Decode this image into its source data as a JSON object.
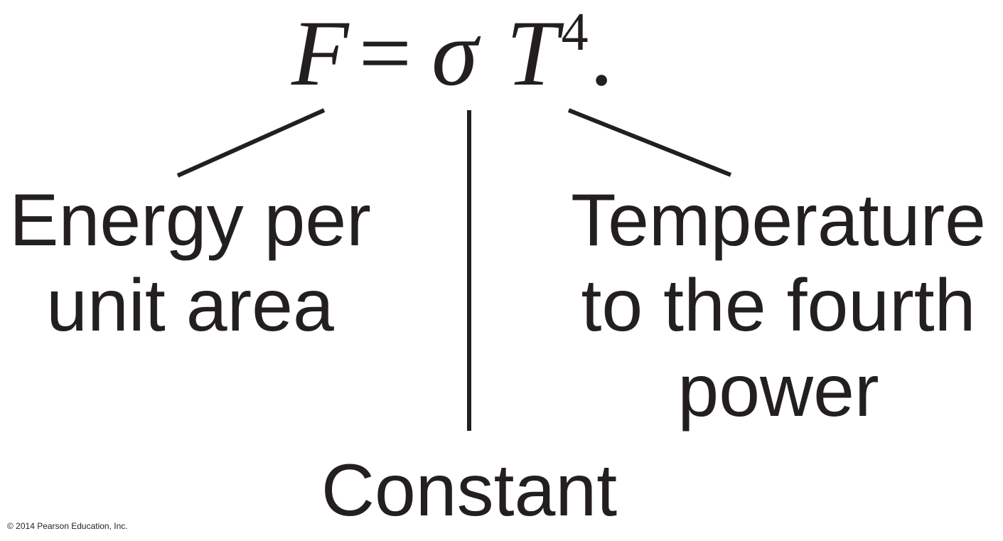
{
  "formula": {
    "lhs": "F",
    "equals": "=",
    "sigma": "σ",
    "var": "T",
    "exponent": "4",
    "period": "."
  },
  "labels": {
    "flux": [
      "Energy per",
      "unit area"
    ],
    "constant": "Constant",
    "temperature": [
      "Temperature",
      "to the fourth",
      "power"
    ]
  },
  "copyright": "© 2014 Pearson Education, Inc."
}
